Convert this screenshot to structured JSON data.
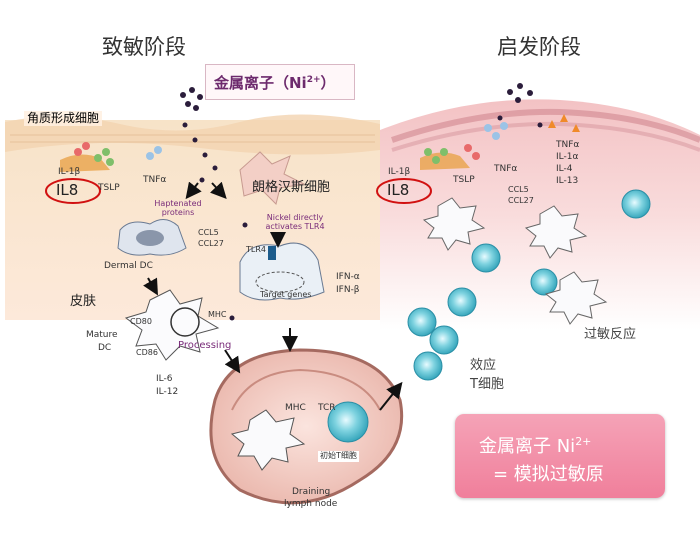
{
  "phases": {
    "sensitization": "致敏阶段",
    "elicitation": "启发阶段"
  },
  "nickel_title": {
    "text": "金属离子（Ni",
    "superscript": "2+",
    "suffix": "）"
  },
  "left": {
    "keratinocytes": "角质形成细胞",
    "il1b": "IL-1β",
    "il8": "IL8",
    "tslp": "TSLP",
    "tnfa": "TNFα",
    "langerhans": "朗格汉斯细胞",
    "haptenated": "Haptenated proteins",
    "nickel_direct": "Nickel directly activates TLR4",
    "tlr4": "TLR4",
    "ccl5": "CCL5",
    "ccl27": "CCL27",
    "dermal_dc": "Dermal DC",
    "target_genes": "Target genes",
    "ifna": "IFN-α",
    "ifnb": "IFN-β",
    "skin": "皮肤",
    "mhc_small": "MHC",
    "mature_dc": "Mature",
    "mature_dc2": "DC",
    "cd80": "CD80",
    "cd86": "CD86",
    "processing": "Processing",
    "il6": "IL-6",
    "il12": "IL-12",
    "mhc": "MHC",
    "tcr": "TCR",
    "naive_t": "初始T细胞",
    "lymph_node": "Draining",
    "lymph_node2": "lymph node"
  },
  "right": {
    "il1b": "IL-1β",
    "il8": "IL8",
    "tslp": "TSLP",
    "tnfa": "TNFα",
    "ccl5": "CCL5",
    "ccl27": "CCL27",
    "cytokines": [
      "TNFα",
      "IL-1α",
      "IL-4",
      "IL-13"
    ],
    "allergic": "过敏反应",
    "effector1": "效应",
    "effector2": "T细胞"
  },
  "conclusion": {
    "line1": "金属离子 Ni",
    "superscript": "2+",
    "line2": "= 模拟过敏原"
  },
  "colors": {
    "highlight": "#d11111",
    "box": "#f07f9b",
    "tcell": "#3fb3c6",
    "purple": "#7a2d7a"
  }
}
